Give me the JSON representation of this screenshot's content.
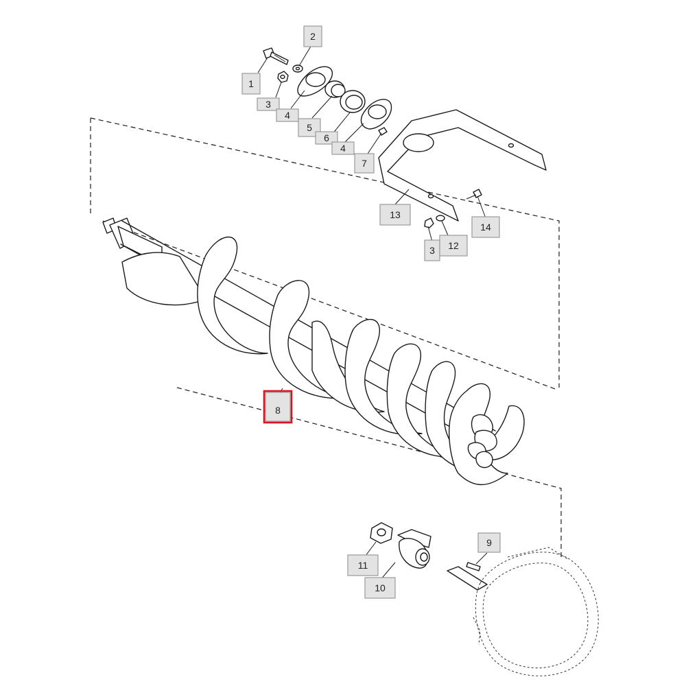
{
  "callouts": [
    {
      "id": "c1",
      "label": "1"
    },
    {
      "id": "c2",
      "label": "2"
    },
    {
      "id": "c3a",
      "label": "3"
    },
    {
      "id": "c4a",
      "label": "4"
    },
    {
      "id": "c5",
      "label": "5"
    },
    {
      "id": "c6",
      "label": "6"
    },
    {
      "id": "c4b",
      "label": "4"
    },
    {
      "id": "c7",
      "label": "7"
    },
    {
      "id": "c13",
      "label": "13"
    },
    {
      "id": "c14",
      "label": "14"
    },
    {
      "id": "c3b",
      "label": "3"
    },
    {
      "id": "c12",
      "label": "12"
    },
    {
      "id": "c8",
      "label": "8",
      "highlighted": true
    },
    {
      "id": "c9",
      "label": "9"
    },
    {
      "id": "c11",
      "label": "11"
    },
    {
      "id": "c10",
      "label": "10"
    }
  ],
  "highlight_color": "#d8141e",
  "callout_fill": "#e3e3e3"
}
